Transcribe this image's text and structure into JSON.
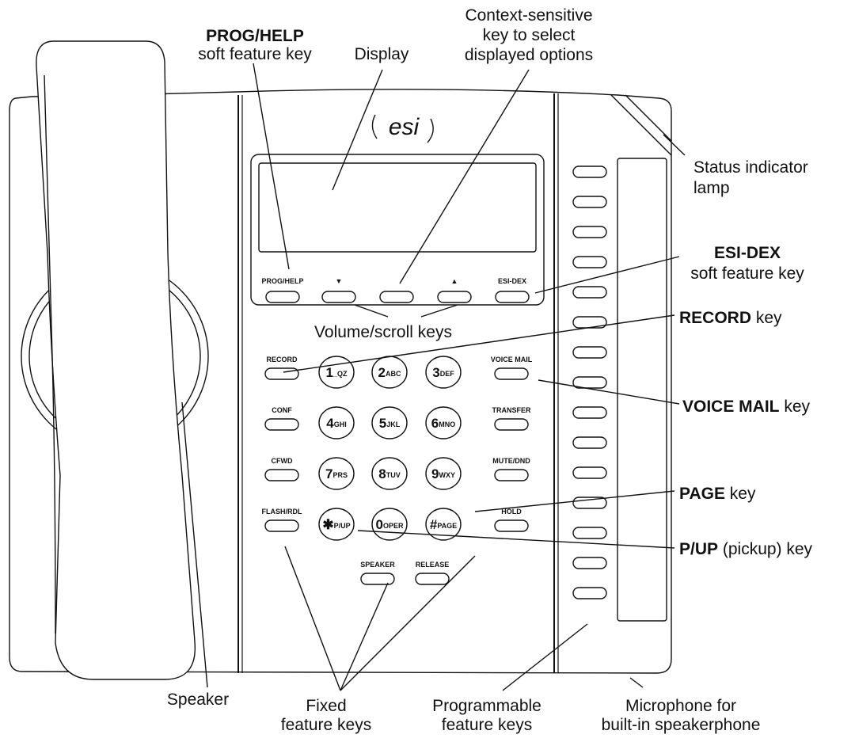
{
  "phone": {
    "brand": "esi",
    "soft_keys": [
      "PROG/HELP",
      "▼",
      "",
      "▲",
      "ESI-DEX"
    ],
    "left_fixed_keys": [
      "RECORD",
      "CONF",
      "CFWD",
      "FLASH/RDL"
    ],
    "right_fixed_keys": [
      "VOICE MAIL",
      "TRANSFER",
      "MUTE/DND",
      "HOLD"
    ],
    "bottom_fixed_keys": [
      "SPEAKER",
      "RELEASE"
    ],
    "dialpad": [
      {
        "digit": "1",
        "letters": "_QZ"
      },
      {
        "digit": "2",
        "letters": "ABC"
      },
      {
        "digit": "3",
        "letters": "DEF"
      },
      {
        "digit": "4",
        "letters": "GHI"
      },
      {
        "digit": "5",
        "letters": "JKL"
      },
      {
        "digit": "6",
        "letters": "MNO"
      },
      {
        "digit": "7",
        "letters": "PRS"
      },
      {
        "digit": "8",
        "letters": "TUV"
      },
      {
        "digit": "9",
        "letters": "WXY"
      },
      {
        "digit": "✱",
        "letters": "P/UP"
      },
      {
        "digit": "0",
        "letters": "OPER"
      },
      {
        "digit": "#",
        "letters": "PAGE"
      }
    ],
    "programmable_key_count": 15
  },
  "callouts": {
    "prog_help": {
      "bold": "PROG/HELP",
      "line2": "soft feature key"
    },
    "display": "Display",
    "context_key": [
      "Context-sensitive",
      "key to select",
      "displayed options"
    ],
    "status_lamp": [
      "Status indicator",
      "lamp"
    ],
    "esi_dex": {
      "bold": "ESI-DEX",
      "line2": "soft feature key"
    },
    "volume_scroll": "Volume/scroll keys",
    "record": {
      "bold": "RECORD",
      "rest": " key"
    },
    "voice_mail": {
      "bold": "VOICE MAIL",
      "rest": " key"
    },
    "page": {
      "bold": "PAGE",
      "rest": " key"
    },
    "pickup": {
      "bold": "P/UP",
      "rest": " (pickup) key"
    },
    "speaker": "Speaker",
    "fixed_keys": [
      "Fixed",
      "feature keys"
    ],
    "programmable_keys": [
      "Programmable",
      "feature keys"
    ],
    "microphone": [
      "Microphone for",
      "built-in speakerphone"
    ]
  }
}
